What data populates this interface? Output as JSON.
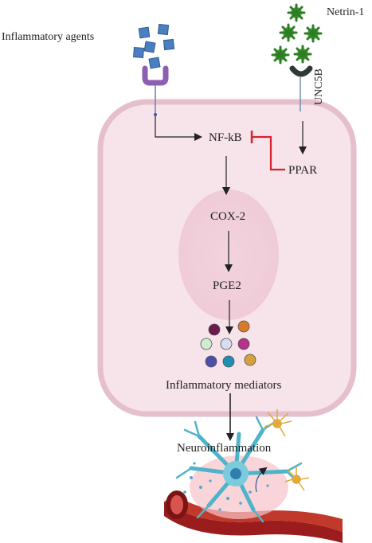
{
  "labels": {
    "inflammatory_agents": "Inflammatory agents",
    "netrin": "Netrin-1",
    "unc5b": "UNC5B",
    "nfkb": "NF-kB",
    "ppar": "PPAR",
    "cox2": "COX-2",
    "pge2": "PGE2",
    "mediators": "Inflammatory mediators",
    "neuro": "Neuroinflammation"
  },
  "colors": {
    "cell_fill": "#f7e3ea",
    "cell_border": "#e8c2d0",
    "inhibit": "#d8222b",
    "agent_square": "#4a7fc1",
    "receptor_purple": "#8d5fb3",
    "netrin_green": "#48a83a",
    "unc5b_receptor": "#2f3a34",
    "mediator_colors": [
      "#6a1b4d",
      "#d97a2b",
      "#cfeecf",
      "#d8dcf0",
      "#b6338c",
      "#4b4fa8",
      "#1e8fb3",
      "#d4a23a"
    ]
  }
}
